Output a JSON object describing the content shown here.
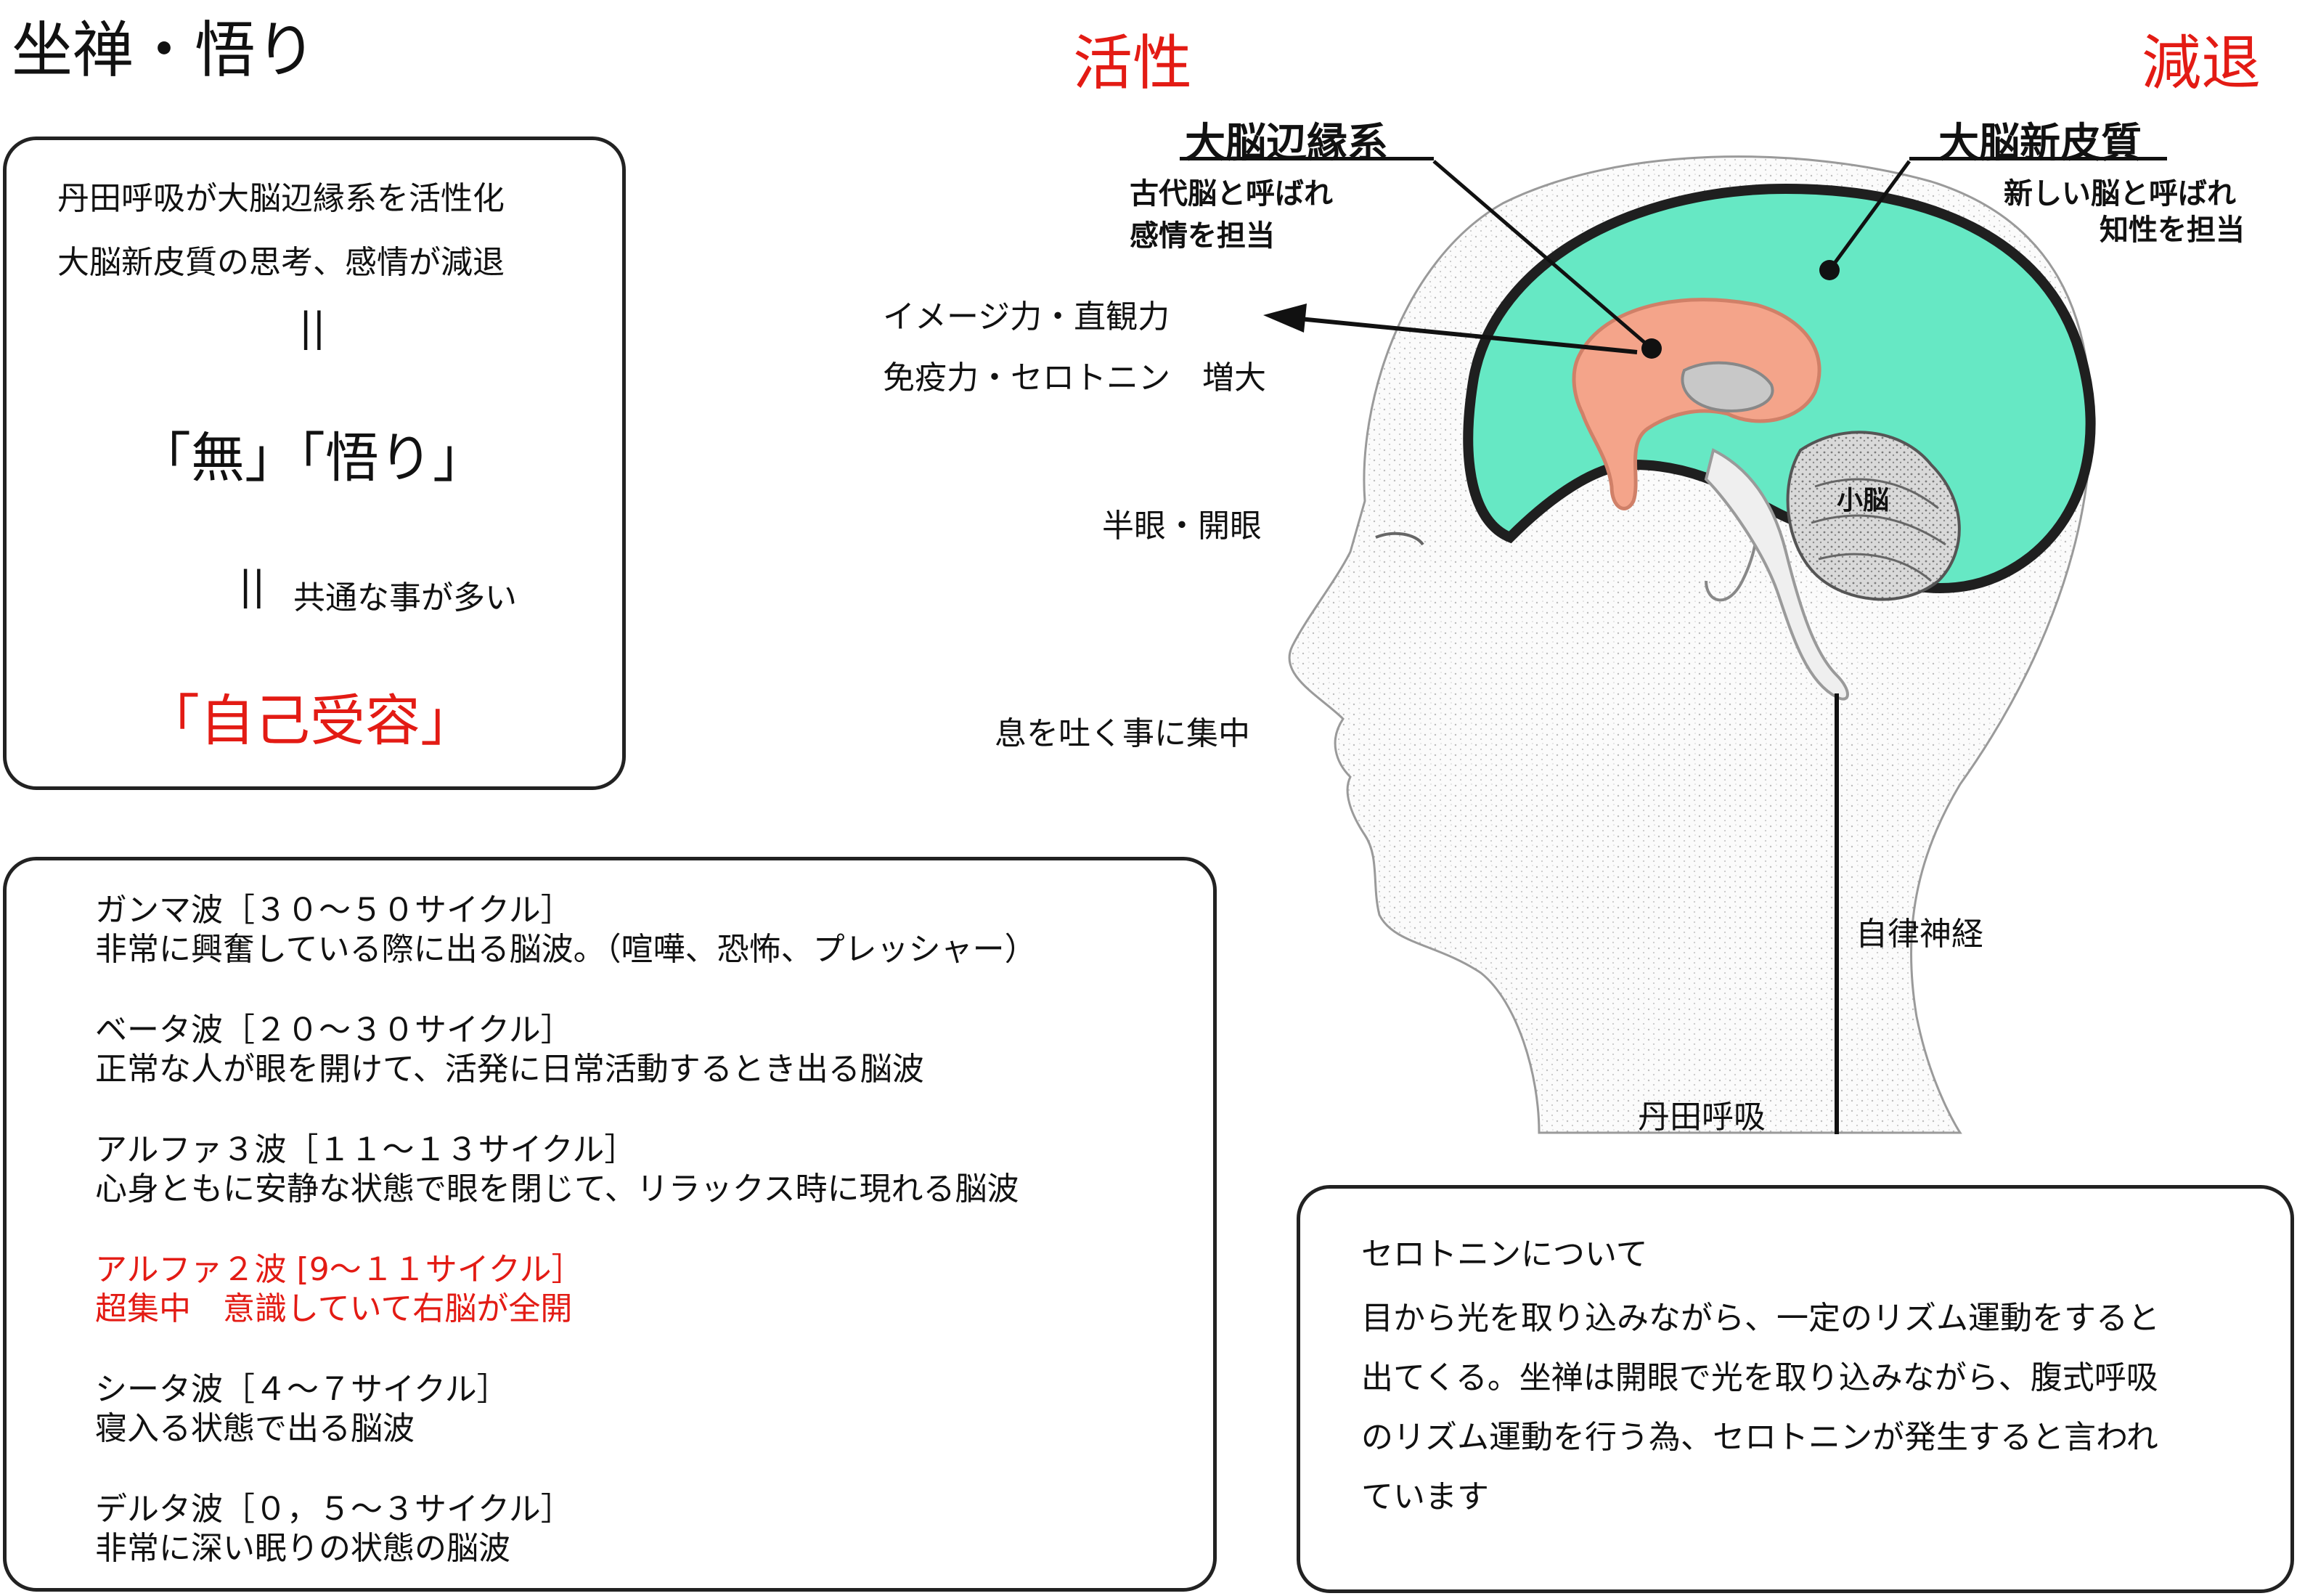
{
  "title": "坐禅・悟り",
  "header": {
    "active": "活性",
    "decline": "減退"
  },
  "summary_box": {
    "line1": "丹田呼吸が大脳辺縁系を活性化",
    "line2": "大脳新皮質の思考、感情が減退",
    "eq1": "||",
    "concepts": "「無」「悟り」",
    "eq2": "||",
    "common_note": "共通な事が多い",
    "conclusion": "「自己受容」"
  },
  "brain": {
    "limbic": {
      "name": "大脳辺縁系",
      "desc1": "古代脳と呼ばれ",
      "desc2": "感情を担当"
    },
    "neocortex": {
      "name": "大脳新皮質",
      "desc1": "新しい脳と呼ばれ",
      "desc2": "知性を担当"
    },
    "cerebellum": "小脳"
  },
  "effects": {
    "line1": "イメージ力・直観力",
    "line2": "免疫力・セロトニン　増大"
  },
  "eyes": "半眼・開眼",
  "exhale": "息を吐く事に集中",
  "autonomic": "自律神経",
  "tanden": "丹田呼吸",
  "waves": [
    {
      "name": "ガンマ波［３０～５０サイクル］",
      "desc": "非常に興奮している際に出る脳波。（喧嘩、恐怖、プレッシャー）",
      "highlight": false
    },
    {
      "name": "ベータ波［２０～３０サイクル］",
      "desc": "正常な人が眼を開けて、活発に日常活動するとき出る脳波",
      "highlight": false
    },
    {
      "name": "アルファ３波［１１～１３サイクル］",
      "desc": "心身ともに安静な状態で眼を閉じて、リラックス時に現れる脳波",
      "highlight": false
    },
    {
      "name": "アルファ２波 [9～１１サイクル］",
      "desc": "超集中　意識していて右脳が全開",
      "highlight": true
    },
    {
      "name": "シータ波［４～７サイクル］",
      "desc": "寝入る状態で出る脳波",
      "highlight": false
    },
    {
      "name": "デルタ波［０，５～３サイクル］",
      "desc": "非常に深い眠りの状態の脳波",
      "highlight": false
    }
  ],
  "serotonin": {
    "title": "セロトニンについて",
    "line1": "目から光を取り込みながら、一定のリズム運動をすると",
    "line2": "出てくる。坐禅は開眼で光を取り込みながら、腹式呼吸",
    "line3": "のリズム運動を行う為、セロトニンが発生すると言われ",
    "line4": "ています"
  },
  "colors": {
    "accent_red": "#e31b14",
    "neocortex": "#66e8c4",
    "limbic": "#f4a48a",
    "cerebellum": "#b4b4b4"
  }
}
